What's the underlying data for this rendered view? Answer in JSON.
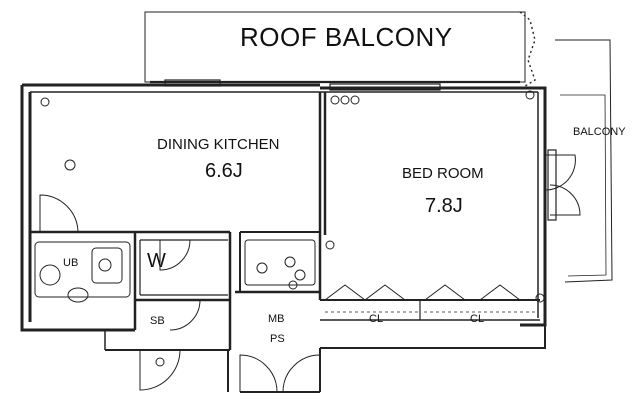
{
  "plan": {
    "roof_balcony": "ROOF BALCONY",
    "balcony": "BALCONY",
    "dining_kitchen": {
      "name": "DINING KITCHEN",
      "area": "6.6J"
    },
    "bed_room": {
      "name": "BED ROOM",
      "area": "7.8J"
    },
    "ub": "UB",
    "w": "W",
    "sb": "SB",
    "mb": "MB",
    "ps": "PS",
    "cl_left": "CL",
    "cl_right": "CL"
  }
}
